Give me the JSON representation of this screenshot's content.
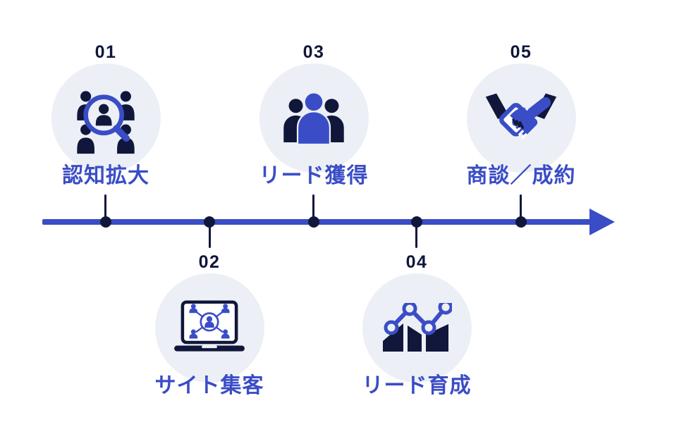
{
  "diagram": {
    "type": "timeline-process",
    "direction": "left-to-right"
  },
  "colors": {
    "background": "#FFFFFF",
    "accent": "#3A4DC6",
    "navy": "#10173A",
    "circle_bg": "#ECEFF5"
  },
  "steps": [
    {
      "number": "01",
      "label": "認知拡大",
      "icon": "audience-search-icon",
      "position": "above"
    },
    {
      "number": "02",
      "label": "サイト集客",
      "icon": "laptop-network-icon",
      "position": "below"
    },
    {
      "number": "03",
      "label": "リード獲得",
      "icon": "people-group-icon",
      "position": "above"
    },
    {
      "number": "04",
      "label": "リード育成",
      "icon": "growth-chart-icon",
      "position": "below"
    },
    {
      "number": "05",
      "label": "商談／成約",
      "icon": "handshake-icon",
      "position": "above"
    }
  ]
}
